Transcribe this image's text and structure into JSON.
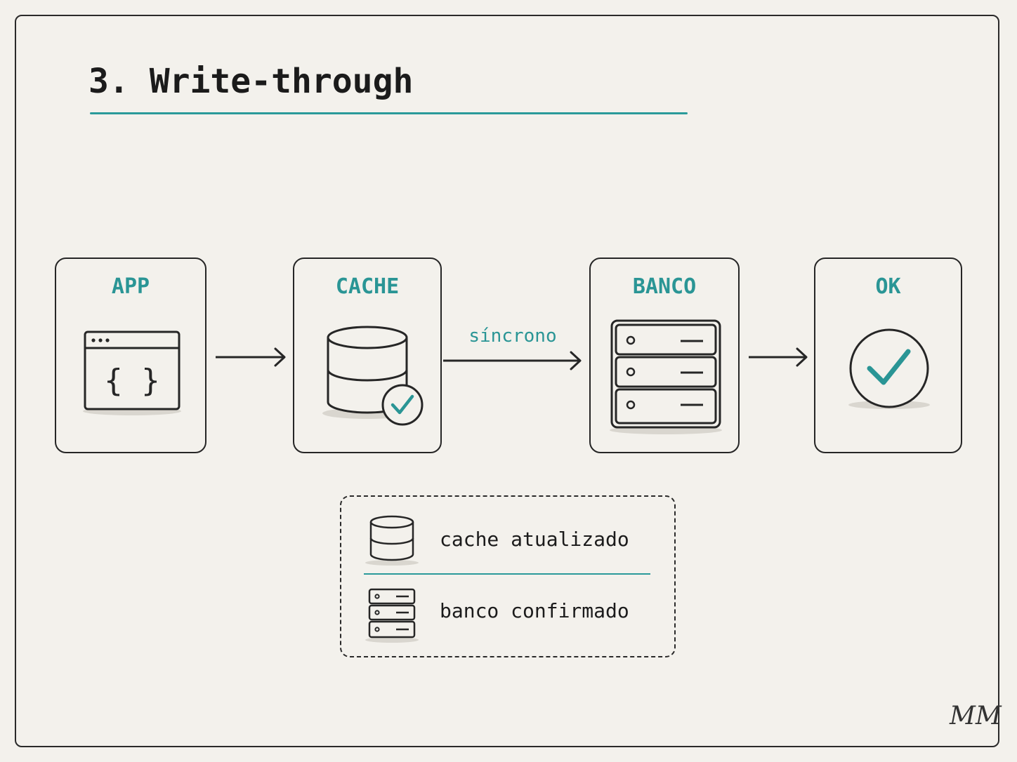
{
  "title": "3. Write-through",
  "nodes": [
    {
      "label": "APP",
      "icon": "code-window-icon"
    },
    {
      "label": "CACHE",
      "icon": "database-check-icon"
    },
    {
      "label": "BANCO",
      "icon": "server-rack-icon"
    },
    {
      "label": "OK",
      "icon": "check-circle-icon"
    }
  ],
  "edges": [
    {
      "from": "APP",
      "to": "CACHE",
      "label": ""
    },
    {
      "from": "CACHE",
      "to": "BANCO",
      "label": "síncrono"
    },
    {
      "from": "BANCO",
      "to": "OK",
      "label": ""
    }
  ],
  "legend": {
    "items": [
      {
        "icon": "database-icon",
        "text": "cache atualizado"
      },
      {
        "icon": "server-icon",
        "text": "banco confirmado"
      }
    ]
  },
  "signature": "MM",
  "colors": {
    "accent": "#2a9595",
    "ink": "#1c1c1c",
    "paper": "#f3f1ec"
  }
}
